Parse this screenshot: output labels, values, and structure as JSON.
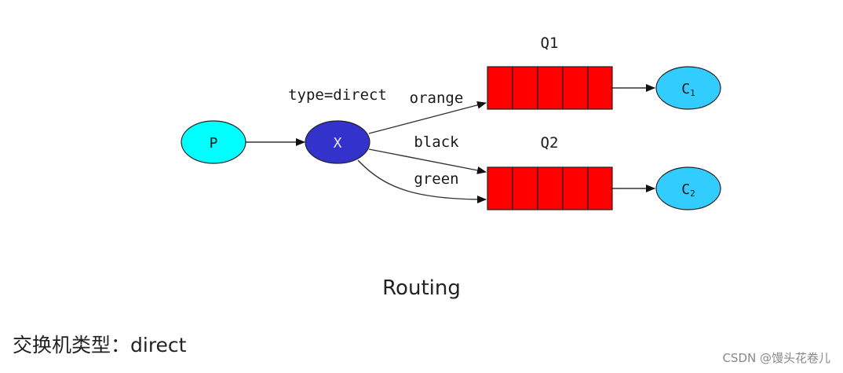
{
  "diagram": {
    "exchange_type_label": "type=direct",
    "producer": {
      "label": "P",
      "color": "#00ffff"
    },
    "exchange": {
      "label": "X",
      "color": "#3333cc"
    },
    "queues": [
      {
        "label": "Q1",
        "color": "#ff0000"
      },
      {
        "label": "Q2",
        "color": "#ff0000"
      }
    ],
    "consumers": [
      {
        "label": "C",
        "subscript": "1",
        "color": "#33ccff"
      },
      {
        "label": "C",
        "subscript": "2",
        "color": "#33ccff"
      }
    ],
    "routing_keys": [
      "orange",
      "black",
      "green"
    ]
  },
  "caption": "Routing",
  "description_line": "交换机类型：direct",
  "watermark": "CSDN @馒头花卷儿"
}
